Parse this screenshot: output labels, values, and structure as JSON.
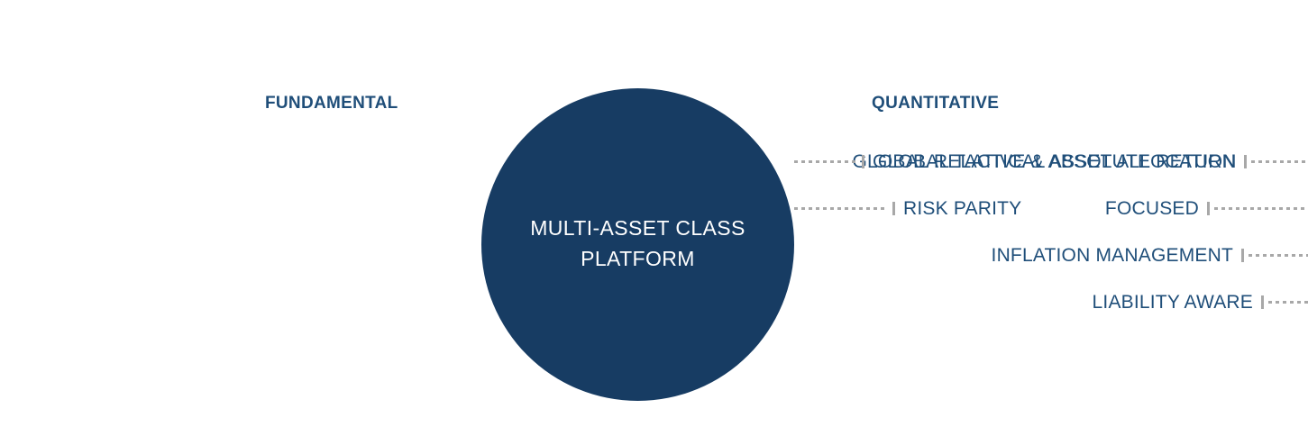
{
  "diagram": {
    "hub": {
      "text": "MULTI-ASSET CLASS\nPLATFORM",
      "color": "#173c63",
      "text_color": "#ffffff"
    },
    "columns": {
      "left": {
        "heading": "FUNDAMENTAL",
        "items": [
          {
            "label": "GLOBAL RELATIVE & ABSOLUTE RETURN"
          },
          {
            "label": "FOCUSED"
          },
          {
            "label": "INFLATION MANAGEMENT"
          },
          {
            "label": "LIABILITY AWARE"
          }
        ]
      },
      "right": {
        "heading": "QUANTITATIVE",
        "items": [
          {
            "label": "GLOBAL TACTICAL ASSET ALLOCATION"
          },
          {
            "label": "RISK PARITY"
          }
        ]
      }
    },
    "colors": {
      "hub_fill": "#173c63",
      "label_text": "#1f4e79",
      "connector": "#a8a8a8",
      "background": "#ffffff"
    }
  }
}
